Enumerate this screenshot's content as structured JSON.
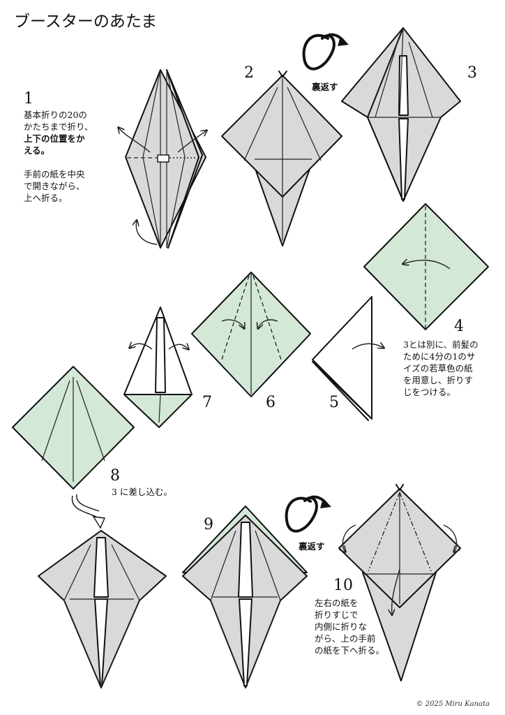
{
  "title": "ブースターのあたま",
  "flip_label": "裏返す",
  "copyright": "© 2025 Miru Kanata",
  "steps": [
    {
      "number": "1",
      "lines": [
        "基本折りの20の",
        "かたちまで折り、"
      ],
      "bold_lines": [
        "上下の位置をか",
        "える。"
      ],
      "lines2": [
        "手前の紙を中央",
        "で開きながら、",
        "上へ折る。"
      ]
    },
    {
      "number": "2"
    },
    {
      "number": "3"
    },
    {
      "number": "4",
      "lines": [
        "3とは別に、前髪の",
        "ために4分の1のサ",
        "イズの若草色の紙",
        "を用意し、折りす",
        "じをつける。"
      ]
    },
    {
      "number": "5"
    },
    {
      "number": "6"
    },
    {
      "number": "7"
    },
    {
      "number": "8",
      "lines": [
        "3 に差し込む。"
      ]
    },
    {
      "number": "9"
    },
    {
      "number": "10",
      "lines": [
        "左右の紙を",
        "折りすじで",
        "内側に折りな",
        "がら、上の手前",
        "の紙を下へ折る。"
      ]
    }
  ],
  "colors": {
    "gray_paper": "#d9d9d9",
    "green_paper": "#d3e8d6",
    "line": "#111111"
  },
  "icons": [
    "flip-over-arrow-icon",
    "fold-arrow-icon",
    "insert-arrow-icon"
  ]
}
